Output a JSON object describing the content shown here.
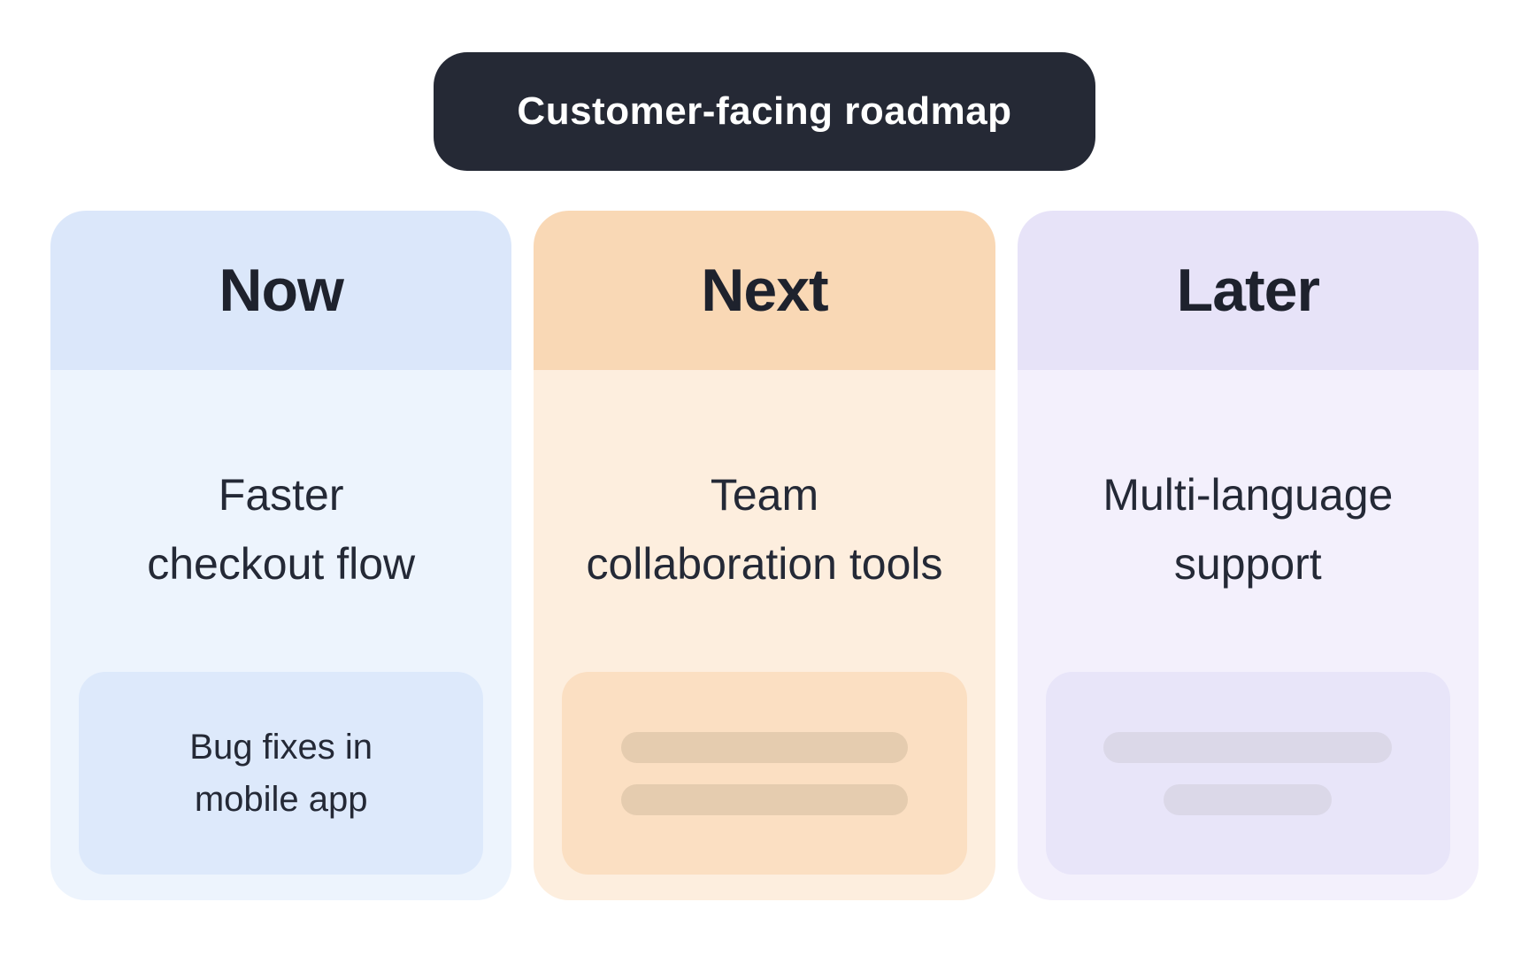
{
  "badge": {
    "label": "Customer-facing roadmap",
    "bg": "#252935",
    "text_color": "#ffffff"
  },
  "columns": [
    {
      "id": "now",
      "title": "Now",
      "header_bg": "#dbe7fa",
      "body_bg": "#edf4fd",
      "card_bg": "#dde9fb",
      "item_text": "Faster checkout flow",
      "item_lines": [
        "Faster",
        "checkout flow"
      ],
      "card_text": "Bug fixes in mobile app",
      "card_lines": [
        "Bug fixes in",
        "mobile app"
      ]
    },
    {
      "id": "next",
      "title": "Next",
      "header_bg": "#f9d8b5",
      "body_bg": "#fdeede",
      "card_bg": "#fbdfc2",
      "item_text": "Team collaboration tools",
      "item_lines": [
        "Team",
        "collaboration tools"
      ],
      "placeholder_bar_color": "#e5ccaf",
      "placeholder_bar_widths": [
        324,
        324
      ]
    },
    {
      "id": "later",
      "title": "Later",
      "header_bg": "#e7e3f8",
      "body_bg": "#f3f0fc",
      "card_bg": "#e8e5f9",
      "item_text": "Multi-language support",
      "item_lines": [
        "Multi-language",
        "support"
      ],
      "placeholder_bar_color": "#dbd8e8",
      "placeholder_bar_widths": [
        326,
        190
      ]
    }
  ]
}
